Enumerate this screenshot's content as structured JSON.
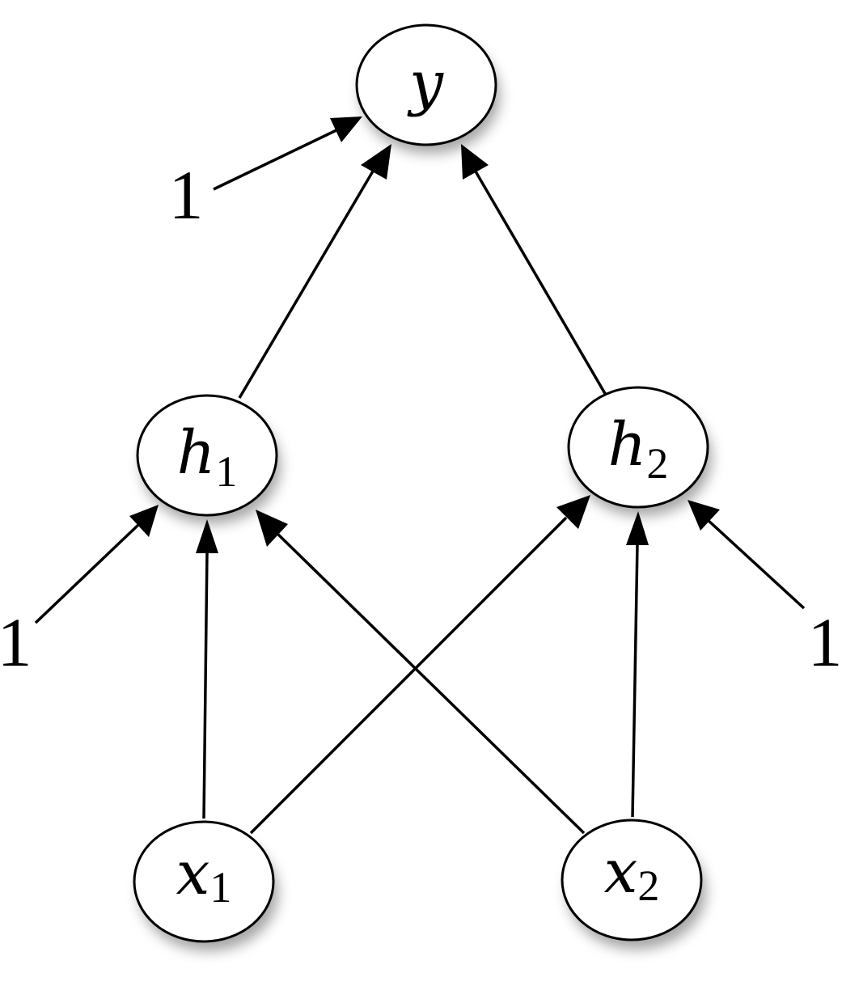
{
  "nodes": {
    "y": {
      "var": "y",
      "sub": ""
    },
    "h1": {
      "var": "h",
      "sub": "1"
    },
    "h2": {
      "var": "h",
      "sub": "2"
    },
    "x1": {
      "var": "x",
      "sub": "1"
    },
    "x2": {
      "var": "x",
      "sub": "2"
    }
  },
  "bias": {
    "y": "1",
    "h1": "1",
    "h2": "1"
  },
  "colors": {
    "stroke": "#000000",
    "fill": "#ffffff"
  }
}
